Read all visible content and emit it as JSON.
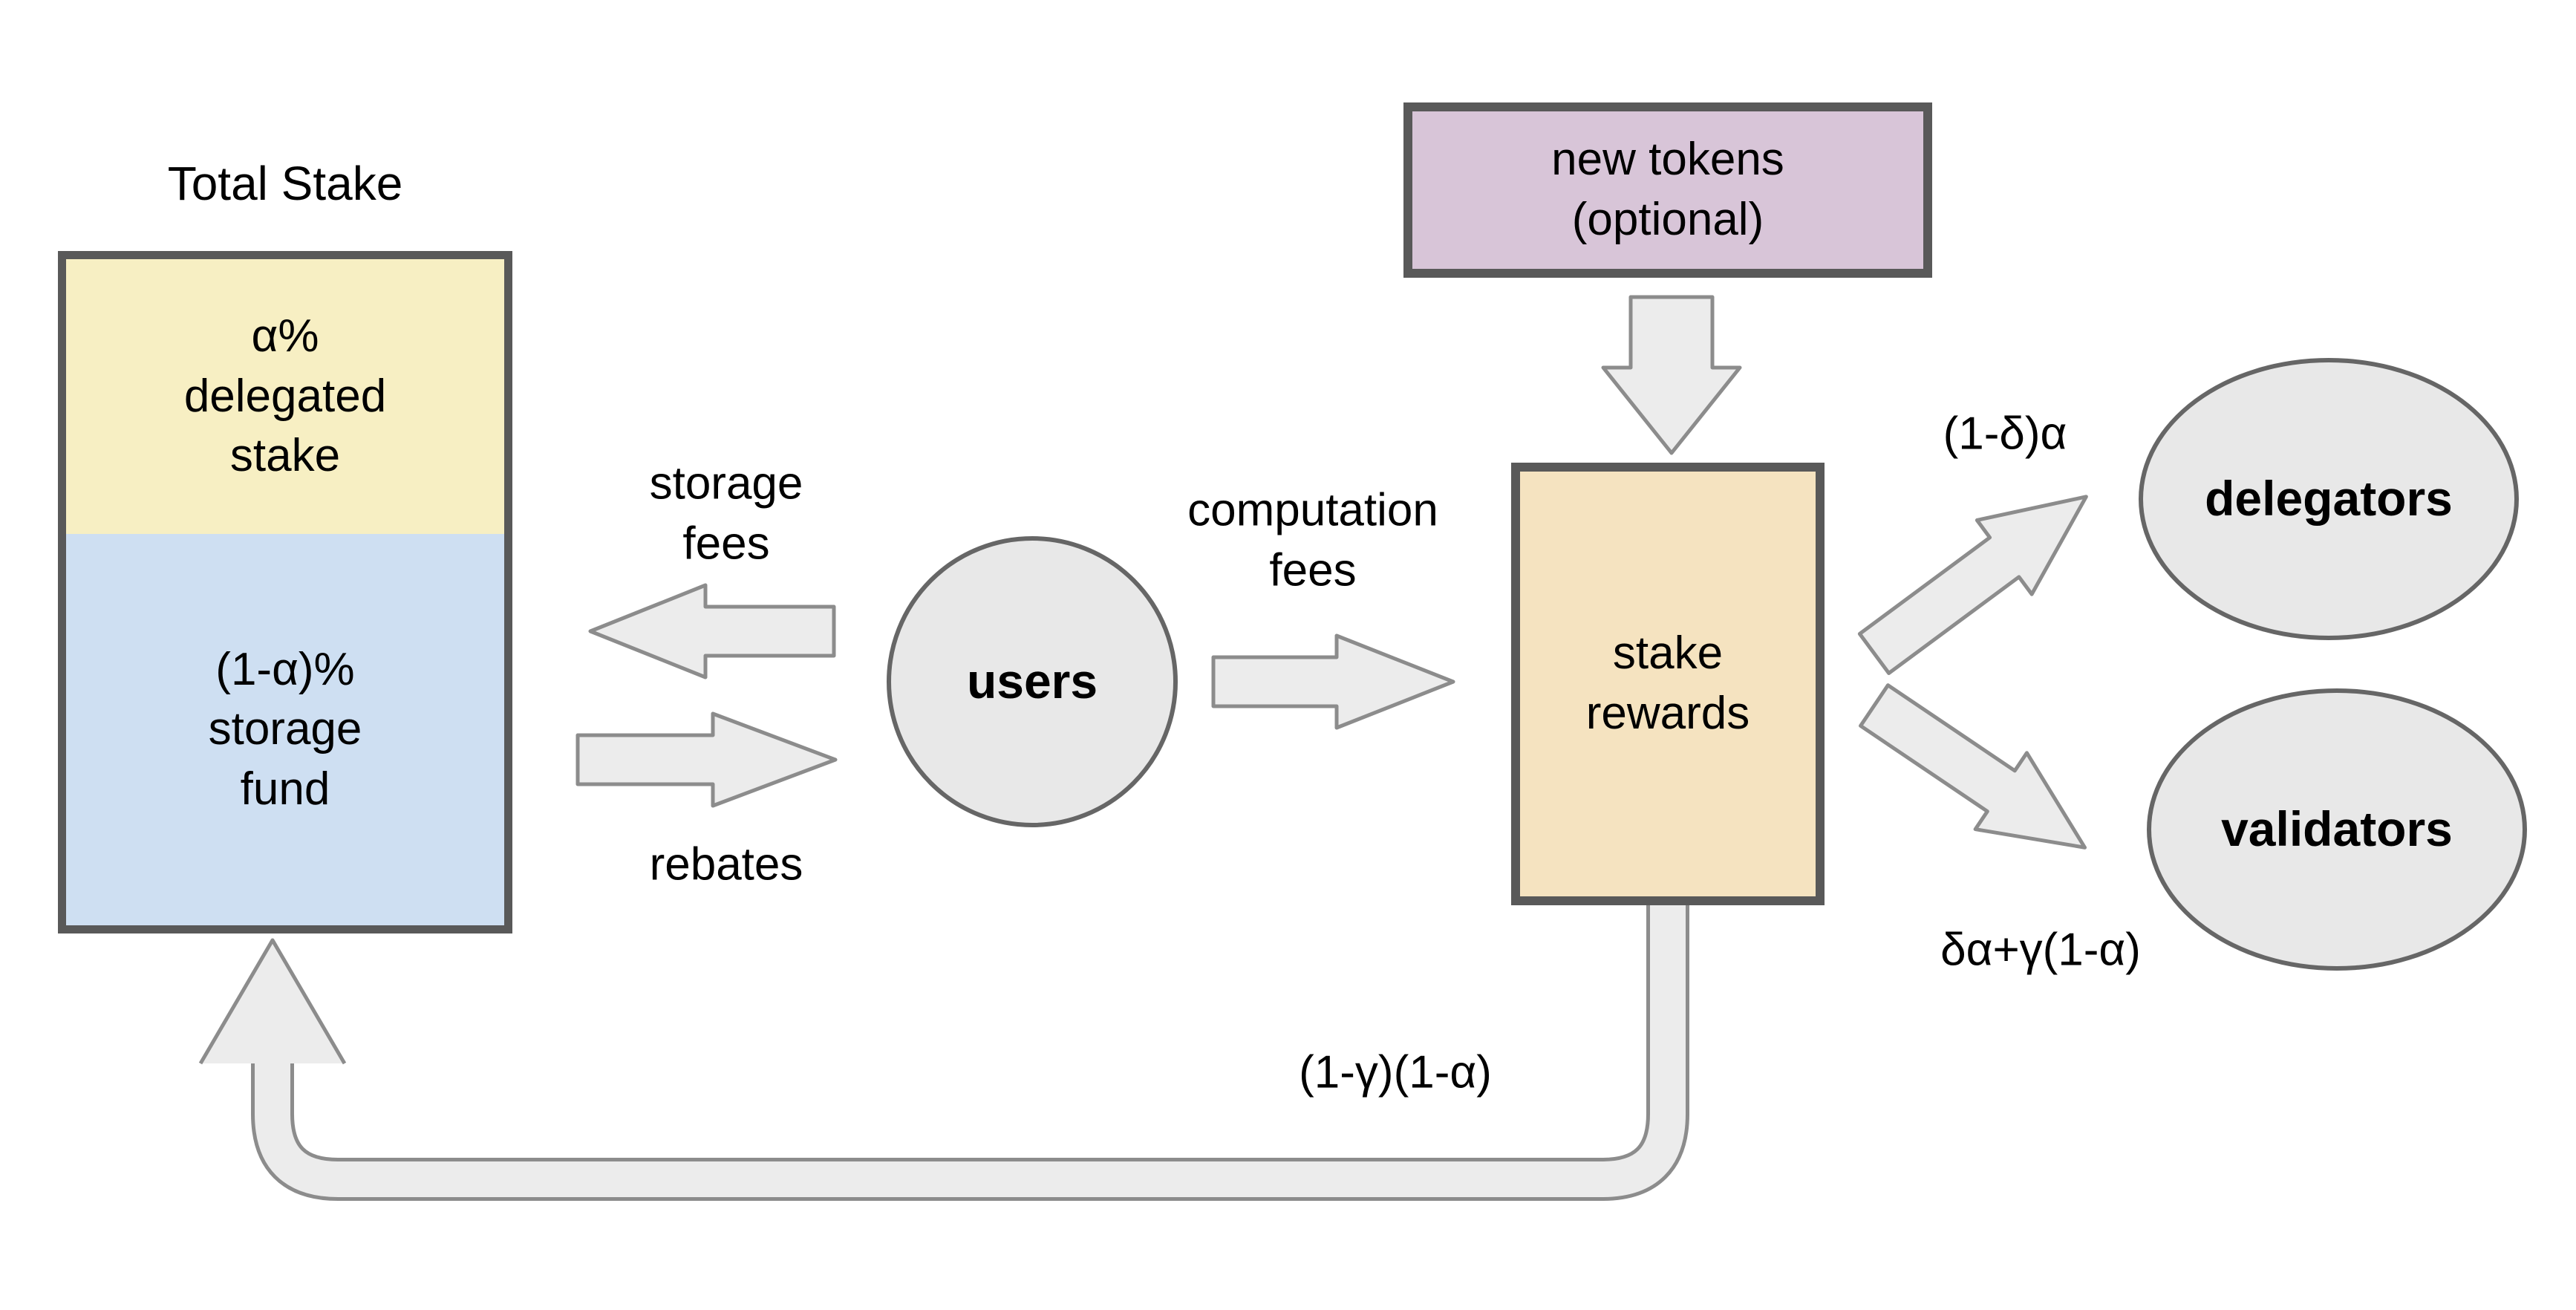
{
  "nodes": {
    "total_stake": {
      "label": "Total Stake",
      "delegated_stake": {
        "line1": "α%",
        "line2": "delegated",
        "line3": "stake"
      },
      "storage_fund": {
        "line1": "(1-α)%",
        "line2": "storage",
        "line3": "fund"
      }
    },
    "users": {
      "label": "users"
    },
    "new_tokens": {
      "line1": "new tokens",
      "line2": "(optional)"
    },
    "stake_rewards": {
      "line1": "stake",
      "line2": "rewards"
    },
    "delegators": {
      "label": "delegators"
    },
    "validators": {
      "label": "validators"
    }
  },
  "edges": {
    "storage_fees": {
      "line1": "storage",
      "line2": "fees"
    },
    "rebates": {
      "label": "rebates"
    },
    "computation_fees": {
      "line1": "computation",
      "line2": "fees"
    },
    "delegators_share": {
      "label": "(1-δ)α"
    },
    "validators_share": {
      "label": "δα+γ(1-α)"
    },
    "storage_fund_return": {
      "label": "(1-γ)(1-α)"
    }
  },
  "colors": {
    "delegated_fill": "#f7efc3",
    "storage_fund_fill": "#cedff2",
    "new_tokens_fill": "#d8c5d8",
    "stake_rewards_fill": "#f5e3c0",
    "gray_node_fill": "#e8e8e8",
    "box_border": "#595959",
    "ellipse_border": "#666666",
    "arrow_fill": "#ececec",
    "arrow_stroke": "#8c8c8c",
    "text": "#000000",
    "background": "#ffffff"
  }
}
